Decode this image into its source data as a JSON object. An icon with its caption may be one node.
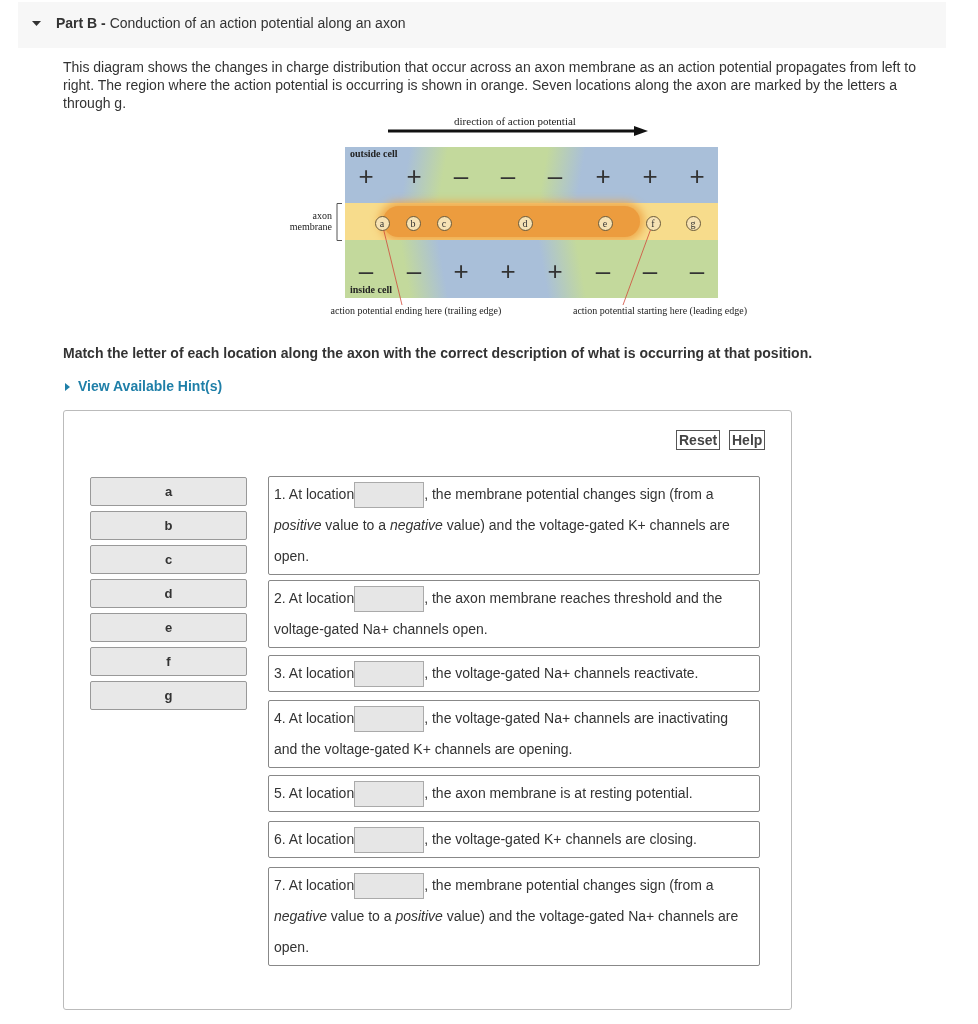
{
  "diagram": {
    "title": "**Part B -** Conduction of an action potential along an axon",
    "nodes": [
      {
        "text": [
          "a"
        ]
      },
      {
        "text": [
          "b"
        ]
      },
      {
        "text": [
          "c"
        ]
      },
      {
        "text": [
          "d"
        ]
      },
      {
        "text": [
          "e"
        ]
      },
      {
        "text": [
          "f"
        ]
      },
      {
        "text": [
          "g"
        ]
      },
      {
        "text": [
          "action potential ending here (trailing edge)"
        ]
      },
      {
        "text": [
          "action potential starting here (leading edge)"
        ]
      },
      {
        "text": [
          "a"
        ]
      },
      {
        "text": [
          "b"
        ]
      },
      {
        "text": [
          "c"
        ]
      },
      {
        "text": [
          "d"
        ]
      },
      {
        "text": [
          "e"
        ]
      },
      {
        "text": [
          "f"
        ]
      },
      {
        "text": [
          "g"
        ]
      },
      {
        "text": [
          "1. At location",
          ", the membrane potential changes sign (from a *positive* value to a *negative* value) and the voltage-gated K+ channels are open."
        ]
      },
      {
        "text": [
          "2. At location",
          ", the axon membrane reaches threshold and the voltage-gated Na+ channels open."
        ]
      },
      {
        "text": [
          "3. At location",
          ", the voltage-gated Na+ channels reactivate."
        ]
      },
      {
        "text": [
          "4. At location",
          ", the voltage-gated Na+ channels are inactivating and the voltage-gated K+ channels are opening."
        ]
      },
      {
        "text": [
          "5. At location",
          ", the axon membrane is at resting potential."
        ]
      },
      {
        "text": [
          "6. At location",
          ", the voltage-gated K+ channels are closing."
        ]
      },
      {
        "text": [
          "7. At location",
          ", the membrane potential changes sign (from a *negative* value to a *positive* value) and the voltage-gated Na+ channels are open."
        ]
      }
    ],
    "edges": [
      {
        "from": 7,
        "to": 0,
        "arrow": "none"
      },
      {
        "from": 8,
        "to": 5,
        "arrow": "none"
      }
    ],
    "labels": [
      "This diagram shows the changes in charge distribution that occur across an axon membrane as an action potential propagates from left to right. The region where the action potential is occurring is shown in orange. Seven locations along the axon are marked by the letters a through g.",
      "direction of action potential",
      "outside cell",
      "+",
      "+",
      "–",
      "–",
      "–",
      "+",
      "+",
      "+",
      "axon membrane",
      "–",
      "–",
      "+",
      "+",
      "+",
      "–",
      "–",
      "–",
      "inside cell",
      "Match the letter of each location along the axon with the correct description of what is occurring at that position.",
      "View Available Hint(s)",
      "Reset",
      "Help"
    ]
  }
}
